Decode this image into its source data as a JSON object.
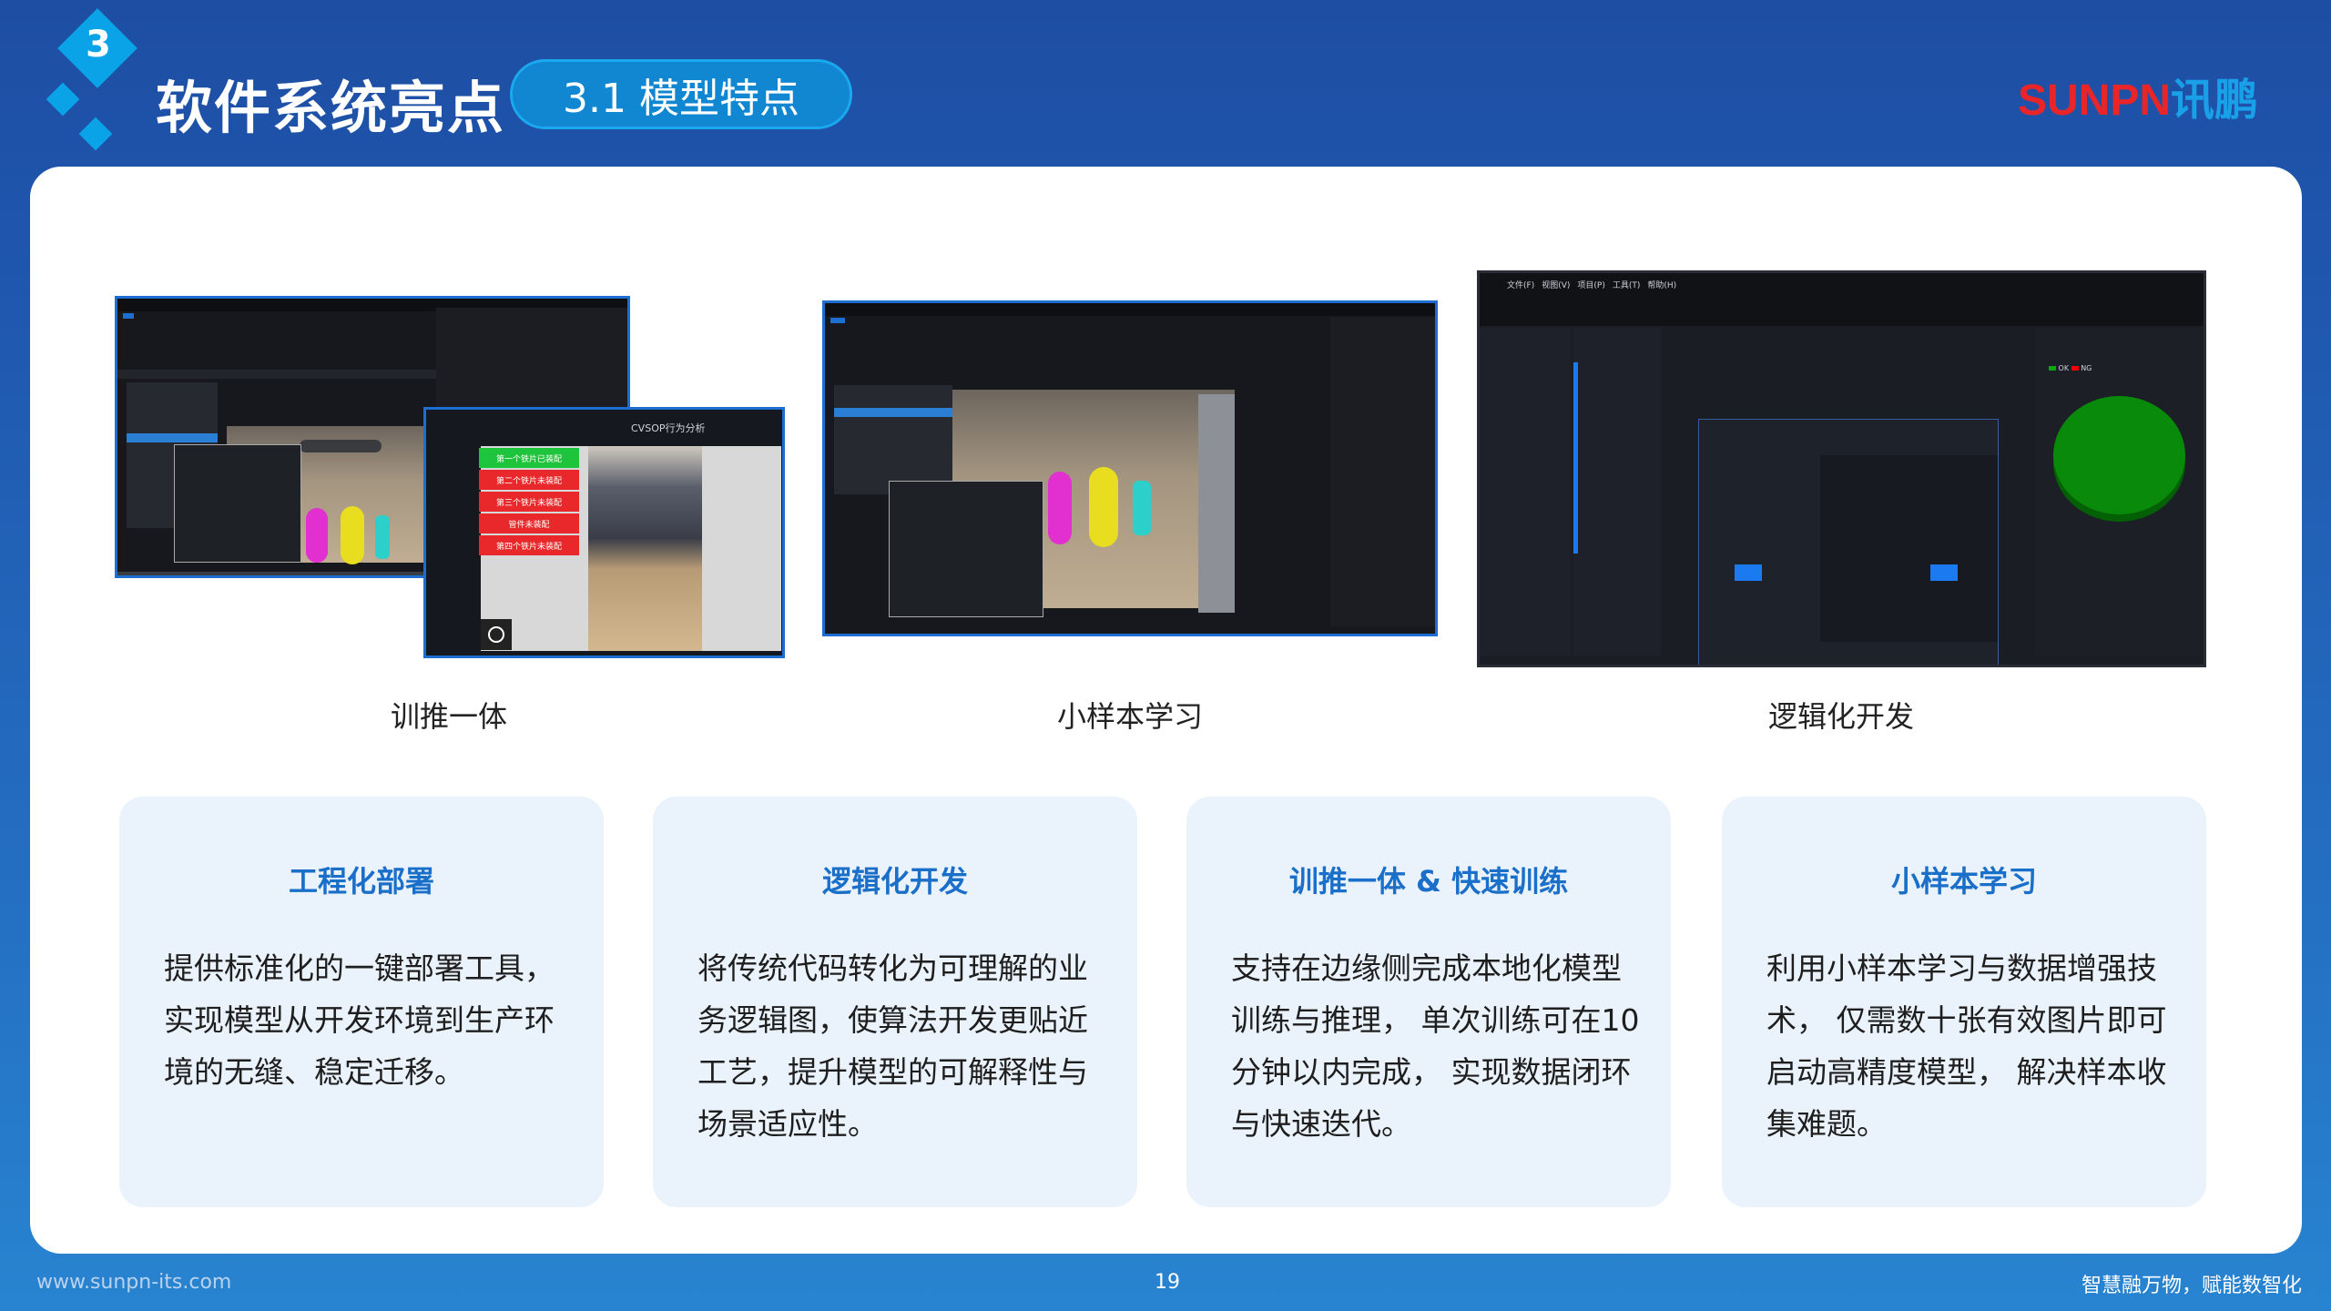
{
  "header": {
    "section_number": "3",
    "title": "软件系统亮点",
    "subtitle": "3.1 模型特点",
    "logo_en": "SUNPN",
    "logo_cn": "讯鹏"
  },
  "showcase": [
    {
      "caption": "训推一体",
      "overlay_title": "CVSOP行为分析",
      "status_buttons": [
        {
          "label": "第一个铁片已装配",
          "color": "#1ec43c"
        },
        {
          "label": "第二个铁片未装配",
          "color": "#e8282a"
        },
        {
          "label": "第三个铁片未装配",
          "color": "#e8282a"
        },
        {
          "label": "管件未装配",
          "color": "#e8282a"
        },
        {
          "label": "第四个铁片未装配",
          "color": "#e8282a"
        }
      ]
    },
    {
      "caption": "小样本学习"
    },
    {
      "caption": "逻辑化开发",
      "menu": [
        "文件(F)",
        "视图(V)",
        "项目(P)",
        "工具(T)",
        "帮助(H)"
      ],
      "pie_legend": [
        "OK",
        "NG"
      ]
    }
  ],
  "cards": [
    {
      "title": "工程化部署",
      "lines": [
        "提供标准化的一键部署工具，",
        "实现模型从开发环境到生产环",
        "境的无缝、稳定迁移。"
      ]
    },
    {
      "title": "逻辑化开发",
      "lines": [
        "将传统代码转化为可理解的业",
        "务逻辑图，使算法开发更贴近",
        "工艺，提升模型的可解释性与",
        "场景适应性。"
      ]
    },
    {
      "title": "训推一体 & 快速训练",
      "lines": [
        "支持在边缘侧完成本地化模型",
        "训练与推理， 单次训练可在10",
        "分钟以内完成， 实现数据闭环",
        "与快速迭代。"
      ]
    },
    {
      "title": "小样本学习",
      "lines": [
        "利用小样本学习与数据增强技",
        "术， 仅需数十张有效图片即可",
        "启动高精度模型， 解决样本收",
        "集难题。"
      ]
    }
  ],
  "footer": {
    "url": "www.sunpn-its.com",
    "page": "19",
    "slogan": "智慧融万物，赋能数智化"
  }
}
